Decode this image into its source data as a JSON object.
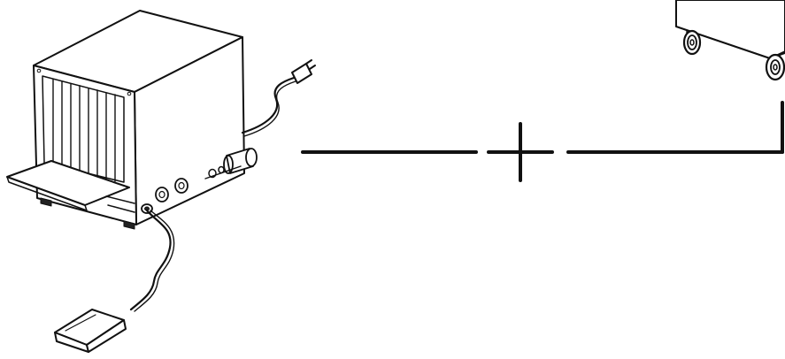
{
  "diagram": {
    "components": [
      {
        "id": "control-unit",
        "icon": "equipment-box-icon"
      },
      {
        "id": "foot-pedal",
        "icon": "foot-pedal-icon"
      },
      {
        "id": "power-plug",
        "icon": "power-plug-icon"
      },
      {
        "id": "wheeled-cart",
        "icon": "wheeled-cart-icon"
      }
    ],
    "operator": "plus",
    "colors": {
      "stroke": "#111111",
      "background": "#ffffff"
    }
  }
}
